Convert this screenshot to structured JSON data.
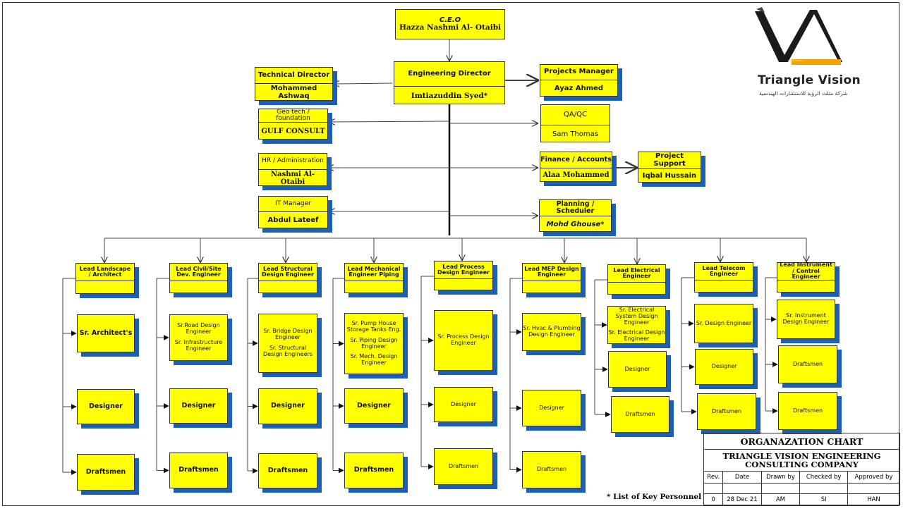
{
  "ceo": {
    "title": "C.E.O",
    "name": "Hazza Nashmi Al- Otaibi"
  },
  "engineering_director": {
    "title": "Engineering Director",
    "name": "Imtiazuddin Syed*"
  },
  "left_units": [
    {
      "title": "Technical Director",
      "name": "Mohammed Ashwaq"
    },
    {
      "title": "Geo tech / foundation",
      "name": "GULF CONSULT"
    },
    {
      "title": "HR / Administration",
      "name": "Nashmi Al- Otaibi"
    },
    {
      "title": "IT Manager",
      "name": "Abdul Lateef"
    }
  ],
  "right_units": [
    {
      "title": "Projects Manager",
      "name": "Ayaz Ahmed"
    },
    {
      "title": "QA/QC",
      "name": "Sam Thomas"
    },
    {
      "title": "Finance / Accounts",
      "name": "Alaa Mohammed"
    },
    {
      "title": "Planning / Scheduler",
      "name": "Mohd Ghouse*"
    }
  ],
  "project_support": {
    "title": "Project Support",
    "name": "Iqbal Hussain"
  },
  "departments": [
    {
      "lead": "Lead Landscape / Architect",
      "subs": [
        [
          "Sr. Architect's"
        ],
        [
          "Designer"
        ],
        [
          "Draftsmen"
        ]
      ]
    },
    {
      "lead": "Lead Civil/Site Dev. Engineer",
      "subs": [
        [
          "Sr.Road Design Engineer",
          "Sr. Infrastructure Engineer"
        ],
        [
          "Designer"
        ],
        [
          "Draftsmen"
        ]
      ]
    },
    {
      "lead": "Lead Structural Design Engineer",
      "subs": [
        [
          "Sr. Bridge Design Engineer",
          "Sr. Structural Design Engineers"
        ],
        [
          "Designer"
        ],
        [
          "Draftsmen"
        ]
      ]
    },
    {
      "lead": "Lead Mechanical Engineer Piping",
      "subs": [
        [
          "Sr. Pump House Storage Tanks Eng.",
          "Sr. Piping Design Engineer",
          "Sr. Mech. Design Engineer"
        ],
        [
          "Designer"
        ],
        [
          "Draftsmen"
        ]
      ]
    },
    {
      "lead": "Lead Process Design Engineer",
      "subs": [
        [
          "Sr. Process Design Engineer"
        ],
        [
          "Designer"
        ],
        [
          "Draftsmen"
        ]
      ]
    },
    {
      "lead": "Lead MEP Design Engineer",
      "subs": [
        [
          "Sr. Hvac & Plumbing Design Engineer"
        ],
        [
          "Designer"
        ],
        [
          "Draftsmen"
        ]
      ]
    },
    {
      "lead": "Lead Electrical Engineer",
      "subs": [
        [
          "Sr. Electrical System Design Engineer",
          "Sr. Electrical Design Engineer"
        ],
        [
          "Designer"
        ],
        [
          "Draftsmen"
        ]
      ]
    },
    {
      "lead": "Lead Telecom Engineer",
      "subs": [
        [
          "Sr. Design Engineer"
        ],
        [
          "Designer"
        ],
        [
          "Draftsmen"
        ]
      ]
    },
    {
      "lead": "Lead Instrument / Control Engineer",
      "subs": [
        [
          "Sr. Instrument Design Engineer"
        ],
        [
          "Draftsmen"
        ],
        [
          "Draftsmen"
        ]
      ]
    }
  ],
  "logo": {
    "name": "Triangle Vision",
    "arabic": "شركة مثلث الرؤية للاستشارات الهندسية"
  },
  "footnote": "* List of Key Personnel",
  "title_block": {
    "title": "ORGANAZATION CHART",
    "company": "TRIANGLE VISION ENGINEERING CONSULTING COMPANY",
    "headers": [
      "Rev.",
      "Date",
      "Drawn by",
      "Checked by",
      "Approved by"
    ],
    "values": [
      "0",
      "28 Dec 21",
      "AM",
      "SI",
      "HAN"
    ]
  },
  "colors": {
    "box_fill": "#ffff00",
    "box_shadow": "#1c5fb8",
    "line": "#333333"
  }
}
